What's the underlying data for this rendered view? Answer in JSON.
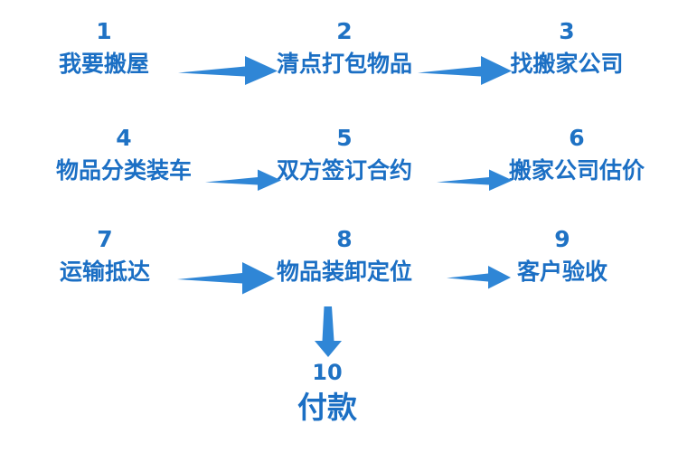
{
  "diagram": {
    "title_text_color": "#1b6fc4",
    "accent_color": "#2f86d6",
    "background": "#ffffff",
    "steps": [
      {
        "number": "1",
        "label": "我要搬屋"
      },
      {
        "number": "2",
        "label": "清点打包物品"
      },
      {
        "number": "3",
        "label": "找搬家公司"
      },
      {
        "number": "4",
        "label": "物品分类装车"
      },
      {
        "number": "5",
        "label": "双方签订合约"
      },
      {
        "number": "6",
        "label": "搬家公司估价"
      },
      {
        "number": "7",
        "label": "运输抵达"
      },
      {
        "number": "8",
        "label": "物品装卸定位"
      },
      {
        "number": "9",
        "label": "客户验收"
      },
      {
        "number": "10",
        "label": "付款"
      }
    ],
    "connectors": [
      {
        "name": "arrow-1-to-2",
        "direction": "right"
      },
      {
        "name": "arrow-2-to-3",
        "direction": "right"
      },
      {
        "name": "arrow-4-to-5",
        "direction": "right"
      },
      {
        "name": "arrow-5-to-6",
        "direction": "right"
      },
      {
        "name": "arrow-7-to-8",
        "direction": "right"
      },
      {
        "name": "arrow-8-to-9",
        "direction": "right"
      },
      {
        "name": "arrow-8-to-10",
        "direction": "down"
      }
    ]
  }
}
